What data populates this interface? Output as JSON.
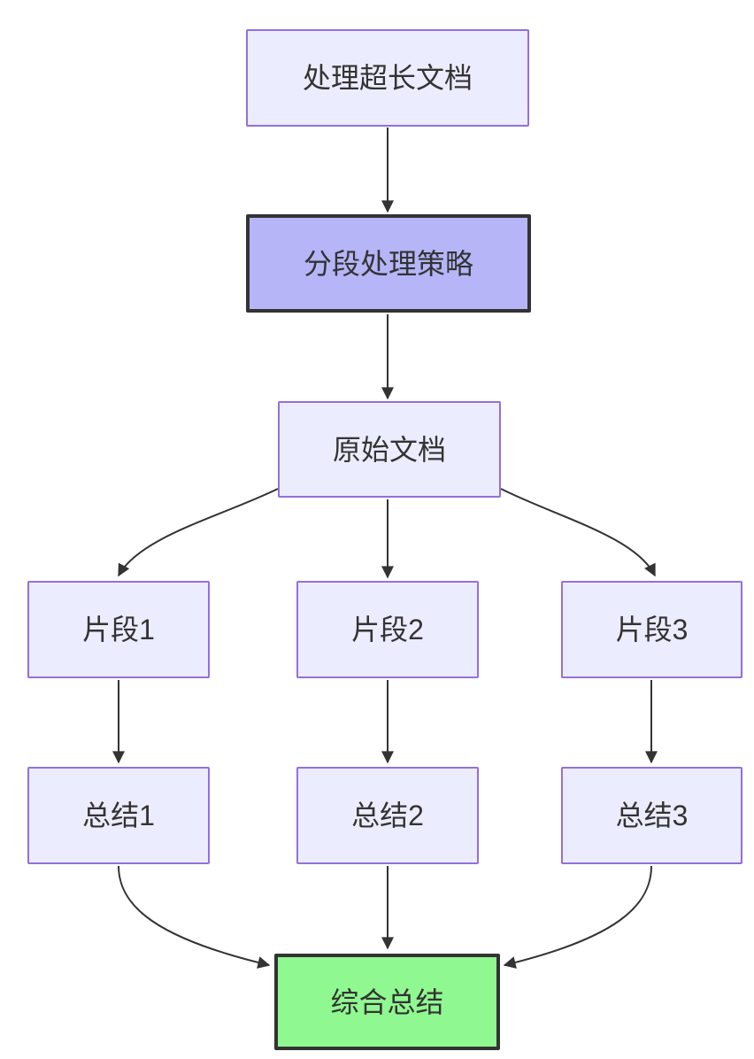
{
  "diagram": {
    "type": "flowchart",
    "direction": "top-down",
    "background": "#ffffff",
    "colors": {
      "node_fill": "#ECECFF",
      "node_border": "#9370DB",
      "highlight_fill": "#B5B5F8",
      "highlight_border": "#333333",
      "result_fill": "#90F890",
      "result_border": "#333333",
      "edge": "#333333",
      "text": "#333333"
    },
    "nodes": [
      {
        "id": "process-long-doc",
        "label": "处理超长文档",
        "style": "default"
      },
      {
        "id": "segment-strategy",
        "label": "分段处理策略",
        "style": "highlight"
      },
      {
        "id": "original-doc",
        "label": "原始文档",
        "style": "default"
      },
      {
        "id": "fragment-1",
        "label": "片段1",
        "style": "default"
      },
      {
        "id": "fragment-2",
        "label": "片段2",
        "style": "default"
      },
      {
        "id": "fragment-3",
        "label": "片段3",
        "style": "default"
      },
      {
        "id": "summary-1",
        "label": "总结1",
        "style": "default"
      },
      {
        "id": "summary-2",
        "label": "总结2",
        "style": "default"
      },
      {
        "id": "summary-3",
        "label": "总结3",
        "style": "default"
      },
      {
        "id": "final-summary",
        "label": "综合总结",
        "style": "result"
      }
    ],
    "edges": [
      {
        "from": "process-long-doc",
        "to": "segment-strategy"
      },
      {
        "from": "segment-strategy",
        "to": "original-doc"
      },
      {
        "from": "original-doc",
        "to": "fragment-1"
      },
      {
        "from": "original-doc",
        "to": "fragment-2"
      },
      {
        "from": "original-doc",
        "to": "fragment-3"
      },
      {
        "from": "fragment-1",
        "to": "summary-1"
      },
      {
        "from": "fragment-2",
        "to": "summary-2"
      },
      {
        "from": "fragment-3",
        "to": "summary-3"
      },
      {
        "from": "summary-1",
        "to": "final-summary"
      },
      {
        "from": "summary-2",
        "to": "final-summary"
      },
      {
        "from": "summary-3",
        "to": "final-summary"
      }
    ]
  }
}
